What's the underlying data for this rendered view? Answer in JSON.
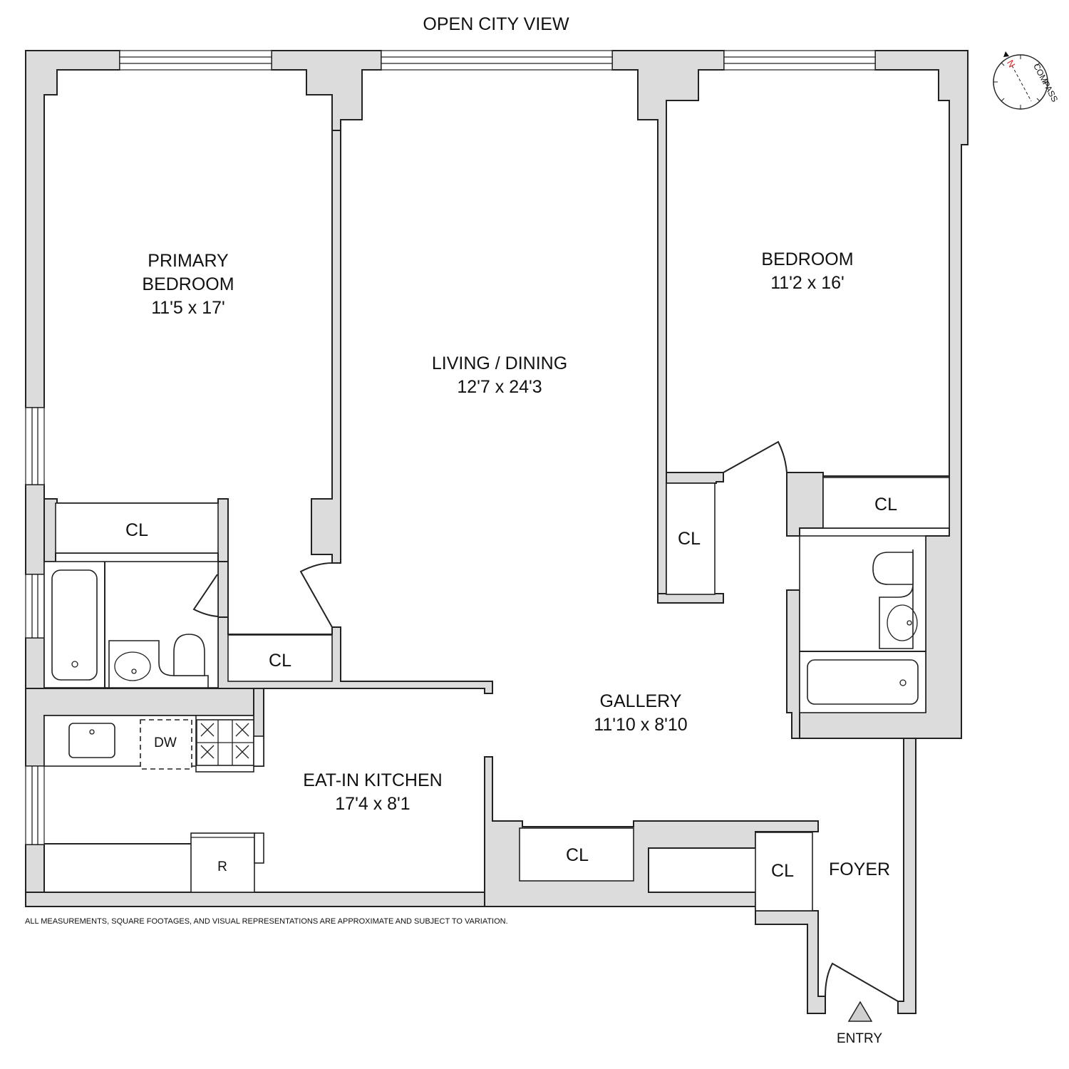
{
  "header": {
    "view_label": "OPEN CITY VIEW"
  },
  "compass": {
    "north_label": "N",
    "text": "COMPASS",
    "north_color": "#e02020"
  },
  "rooms": {
    "primary_bedroom": {
      "name_line1": "PRIMARY",
      "name_line2": "BEDROOM",
      "dims": "11'5 x 17'"
    },
    "living_dining": {
      "name": "LIVING / DINING",
      "dims": "12'7 x 24'3"
    },
    "bedroom": {
      "name": "BEDROOM",
      "dims": "11'2 x 16'"
    },
    "gallery": {
      "name": "GALLERY",
      "dims": "11'10 x 8'10"
    },
    "kitchen": {
      "name": "EAT-IN KITCHEN",
      "dims": "17'4 x 8'1"
    },
    "foyer": {
      "name": "FOYER"
    }
  },
  "closets": {
    "primary_closet_1": "CL",
    "primary_closet_2": "CL",
    "bedroom_closet_1": "CL",
    "bedroom_closet_2": "CL",
    "gallery_closet": "CL",
    "foyer_closet": "CL"
  },
  "appliances": {
    "dishwasher": "DW",
    "refrigerator": "R"
  },
  "entry": {
    "label": "ENTRY"
  },
  "footer": {
    "disclaimer": "ALL MEASUREMENTS, SQUARE FOOTAGES, AND VISUAL REPRESENTATIONS ARE APPROXIMATE AND SUBJECT TO VARIATION."
  },
  "colors": {
    "wall_fill": "#dcdcdc",
    "line": "#222222",
    "background": "#ffffff"
  }
}
